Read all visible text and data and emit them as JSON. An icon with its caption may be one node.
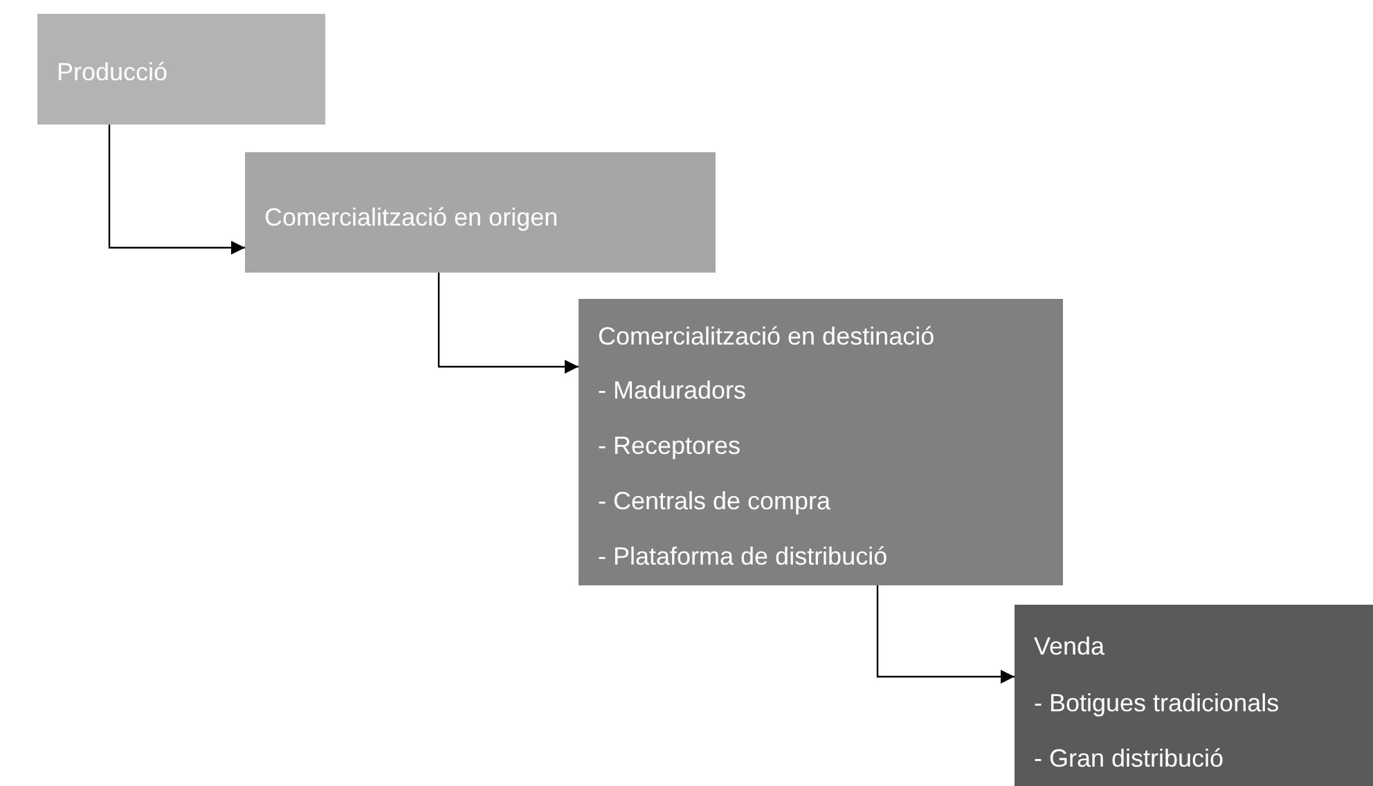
{
  "diagram": {
    "nodes": [
      {
        "text": [
          "Producció"
        ]
      },
      {
        "text": [
          "Comercialització en origen"
        ]
      },
      {
        "text": [
          "Comercialització en destinació",
          "- Maduradors",
          "- Receptores",
          "- Centrals de compra",
          "- Plataforma de distribució"
        ]
      },
      {
        "text": [
          "Venda",
          "- Botigues tradicionals",
          "- Gran distribució"
        ]
      }
    ],
    "edges": [
      {
        "from": 0,
        "to": 1,
        "arrow": "to"
      },
      {
        "from": 1,
        "to": 2,
        "arrow": "to"
      },
      {
        "from": 2,
        "to": 3,
        "arrow": "to"
      }
    ]
  }
}
